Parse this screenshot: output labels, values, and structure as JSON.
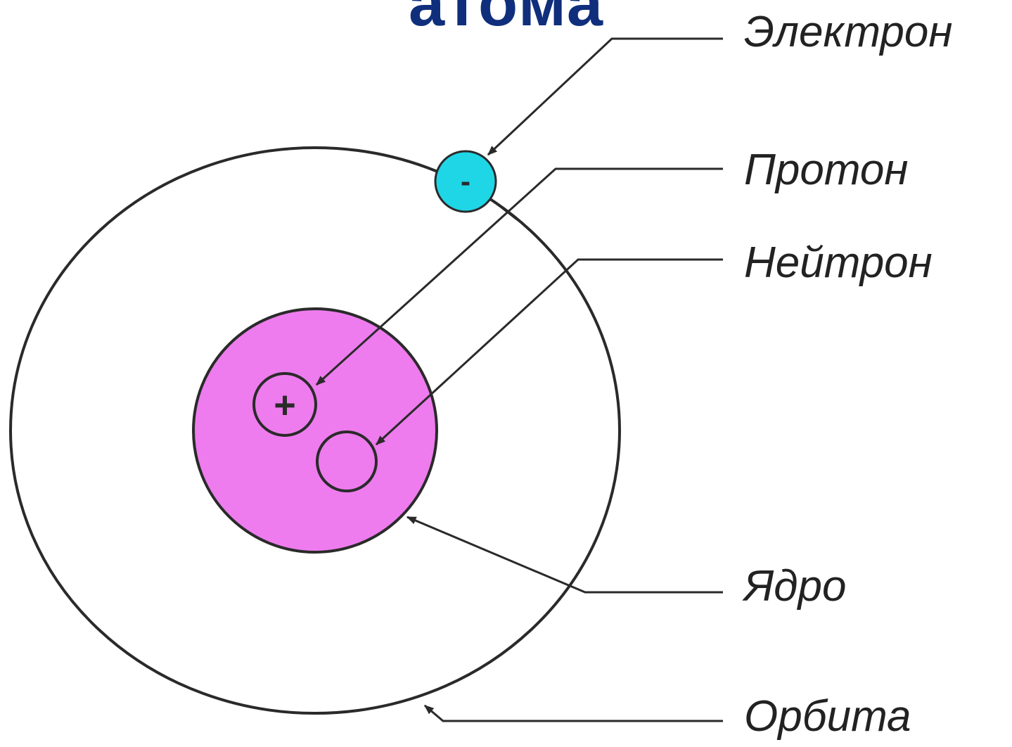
{
  "title": "атома",
  "labels": {
    "electron": "Электрон",
    "proton": "Протон",
    "neutron": "Нейтрон",
    "nucleus": "Ядро",
    "orbit": "Орбита"
  },
  "signs": {
    "electron": "-",
    "proton": "+"
  },
  "colors": {
    "title": "#0f2f7c",
    "electron": "#1fd6e6",
    "nucleus": "#ee7cee",
    "outline": "#2a2a2a",
    "label": "#222222"
  }
}
